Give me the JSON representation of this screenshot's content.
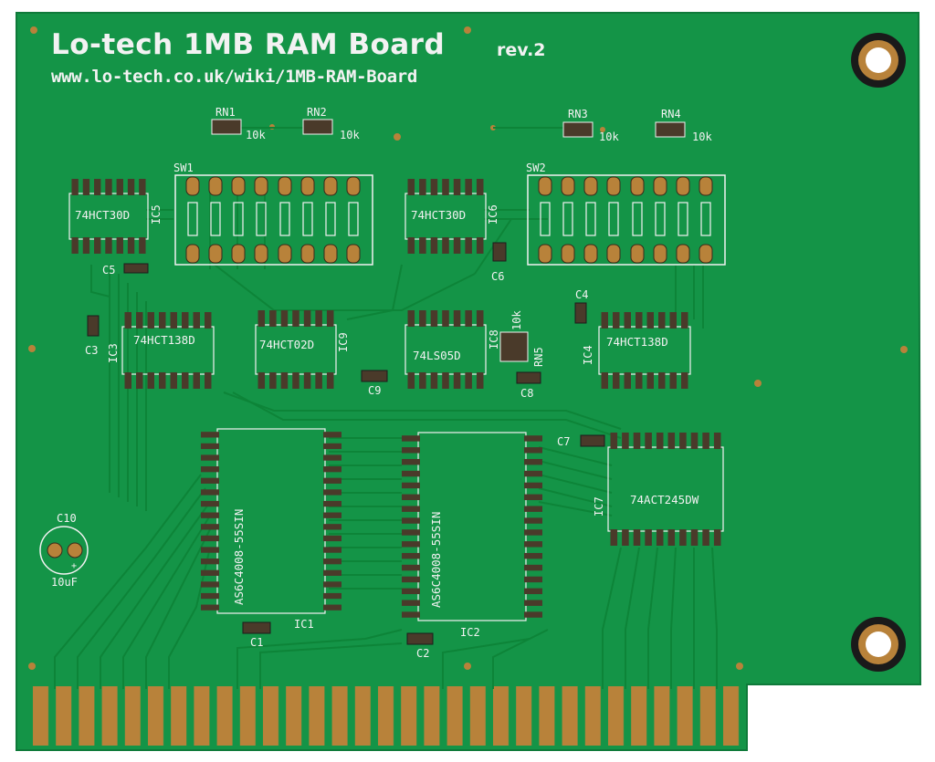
{
  "board": {
    "title": "Lo-tech 1MB RAM Board",
    "revision": "rev.2",
    "url": "www.lo-tech.co.uk/wiki/1MB-RAM-Board",
    "colors": {
      "substrate": "#149447",
      "trace": "#0b7d35",
      "copper": "#b8823a",
      "silkscreen": "#f2f2f2",
      "pad": "#4a3a2a"
    }
  },
  "components": {
    "ic1": {
      "ref": "IC1",
      "part": "AS6C4008-55SIN"
    },
    "ic2": {
      "ref": "IC2",
      "part": "AS6C4008-55SIN"
    },
    "ic3": {
      "ref": "IC3",
      "part": "74HCT138D"
    },
    "ic4": {
      "ref": "IC4",
      "part": "74HCT138D"
    },
    "ic5": {
      "ref": "IC5",
      "part": "74HCT30D"
    },
    "ic6": {
      "ref": "IC6",
      "part": "74HCT30D"
    },
    "ic7": {
      "ref": "IC7",
      "part": "74ACT245DW"
    },
    "ic8": {
      "ref": "IC8",
      "part": "74LS05D"
    },
    "ic9": {
      "ref": "IC9",
      "part": "74HCT02D"
    },
    "sw1": {
      "ref": "SW1"
    },
    "sw2": {
      "ref": "SW2"
    },
    "rn1": {
      "ref": "RN1",
      "value": "10k"
    },
    "rn2": {
      "ref": "RN2",
      "value": "10k"
    },
    "rn3": {
      "ref": "RN3",
      "value": "10k"
    },
    "rn4": {
      "ref": "RN4",
      "value": "10k"
    },
    "rn5": {
      "ref": "RN5",
      "value": "10k"
    },
    "c1": {
      "ref": "C1"
    },
    "c2": {
      "ref": "C2"
    },
    "c3": {
      "ref": "C3"
    },
    "c4": {
      "ref": "C4"
    },
    "c5": {
      "ref": "C5"
    },
    "c6": {
      "ref": "C6"
    },
    "c7": {
      "ref": "C7"
    },
    "c8": {
      "ref": "C8"
    },
    "c9": {
      "ref": "C9"
    },
    "c10": {
      "ref": "C10",
      "value": "10uF",
      "polarity": "+"
    }
  }
}
